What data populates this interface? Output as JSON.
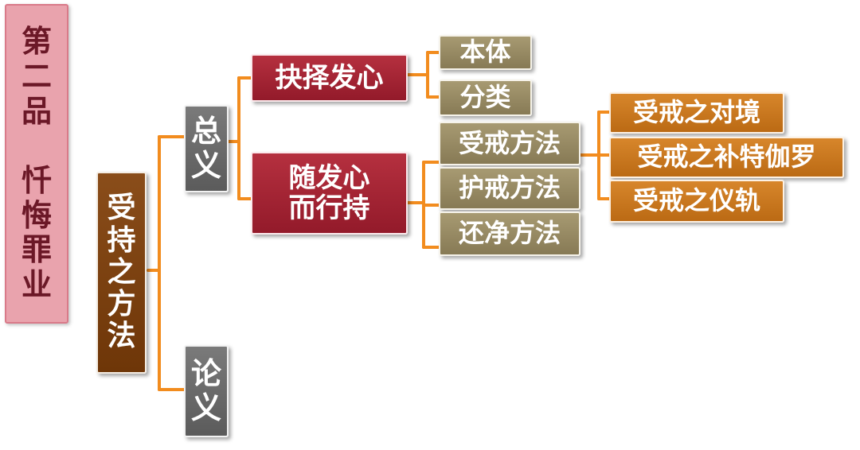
{
  "title": "第二品 忏悔罪业",
  "root": "受持之方法",
  "branches": [
    {
      "label": "总义",
      "children": [
        {
          "label": "抉择发心",
          "children": [
            "本体",
            "分类"
          ]
        },
        {
          "label": "随发心而行持",
          "children": [
            {
              "label": "受戒方法",
              "children": [
                "受戒之对境",
                "受戒之补特伽罗",
                "受戒之仪轨"
              ]
            },
            "护戒方法",
            "还净方法"
          ]
        }
      ]
    },
    {
      "label": "论义"
    }
  ],
  "colors": {
    "connector": "#f28c1e",
    "title_bg": "#e9a3ad",
    "title_text": "#6b1827",
    "root_bg": "#7a4010",
    "level1_bg": "#6a6a6a",
    "level2_bg": "#a82434",
    "level3_bg": "#978a63",
    "level4_bg": "#c97720"
  }
}
